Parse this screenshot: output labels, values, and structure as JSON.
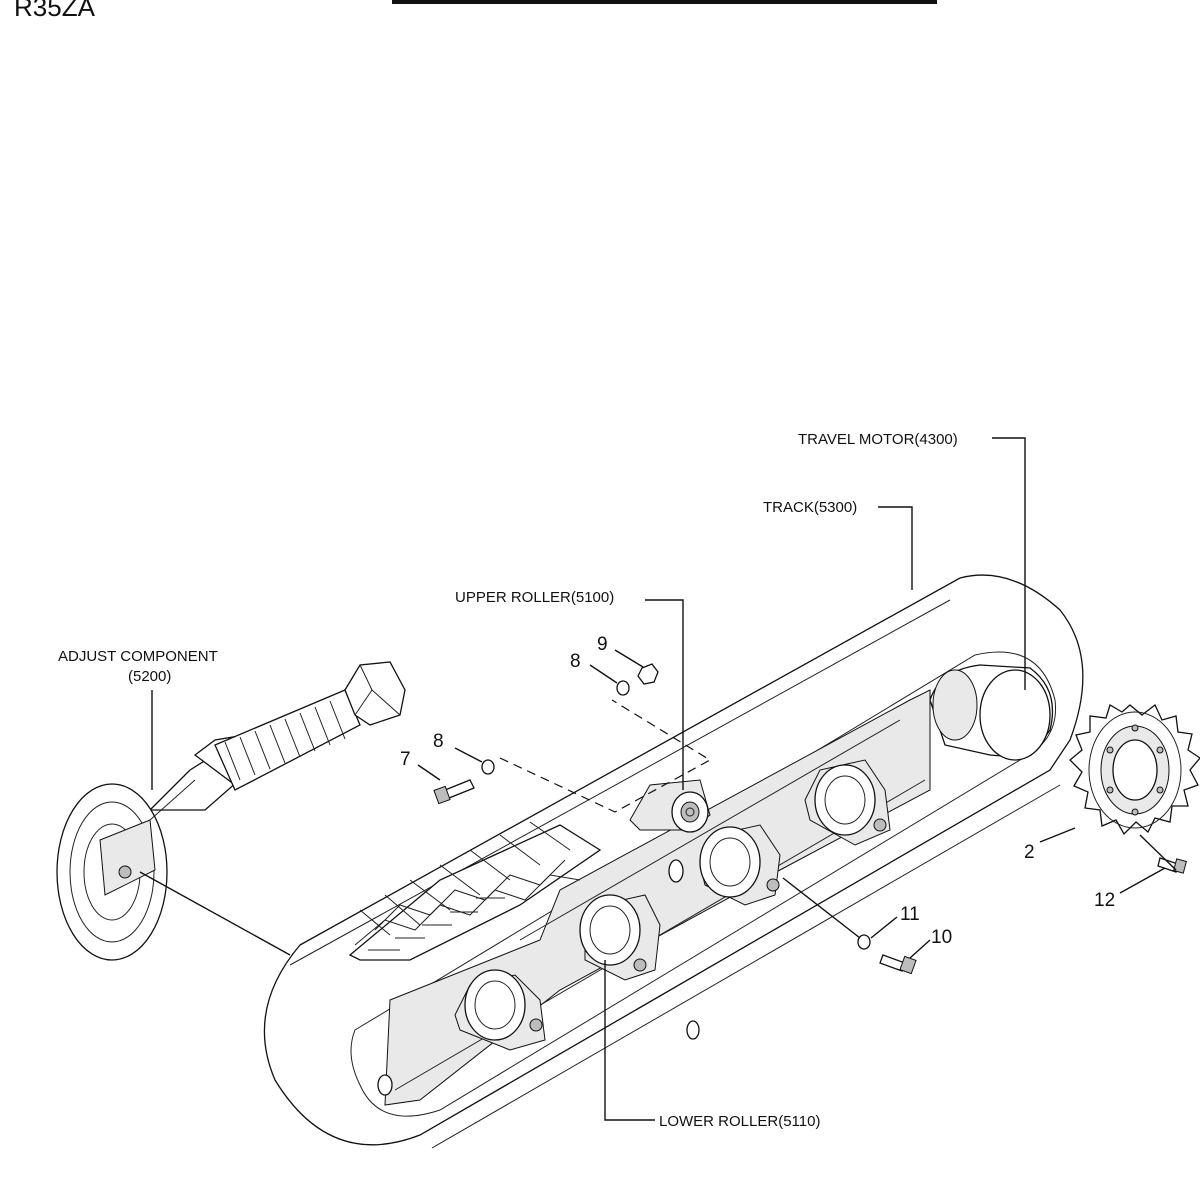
{
  "header": {
    "model": "R35ZA"
  },
  "labels": {
    "travel_motor": "TRAVEL MOTOR(4300)",
    "track": "TRACK(5300)",
    "upper_roller": "UPPER ROLLER(5100)",
    "adjust_component_line1": "ADJUST COMPONENT",
    "adjust_component_line2": "(5200)",
    "lower_roller": "LOWER ROLLER(5110)"
  },
  "callouts": {
    "n2": "2",
    "n7": "7",
    "n8a": "8",
    "n8b": "8",
    "n9": "9",
    "n10": "10",
    "n11": "11",
    "n12": "12"
  }
}
